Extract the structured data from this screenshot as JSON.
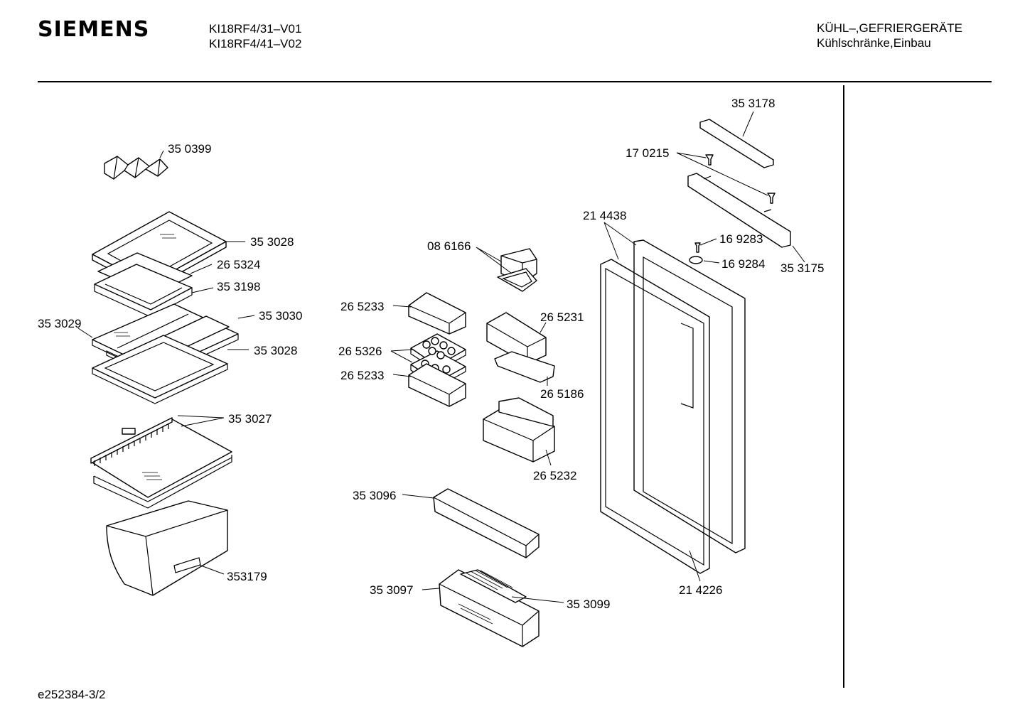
{
  "header": {
    "brand": "SIEMENS",
    "models": [
      "KI18RF4/31–V01",
      "KI18RF4/41–V02"
    ],
    "category": [
      "KÜHL–,GEFRIERGERÄTE",
      "Kühlschränke,Einbau"
    ]
  },
  "footer": {
    "drawing_id": "e252384-3/2"
  },
  "parts": [
    "35 0399",
    "35 3028",
    "26 5324",
    "35 3198",
    "35 3030",
    "35 3029",
    "35 3028",
    "35 3027",
    "353179",
    "08 6166",
    "26 5233",
    "26 5326",
    "26 5233",
    "26 5231",
    "26 5186",
    "26 5232",
    "35 3096",
    "35 3097",
    "35 3099",
    "35 3178",
    "17 0215",
    "21 4438",
    "16 9283",
    "16 9284",
    "35 3175",
    "21 4226"
  ]
}
